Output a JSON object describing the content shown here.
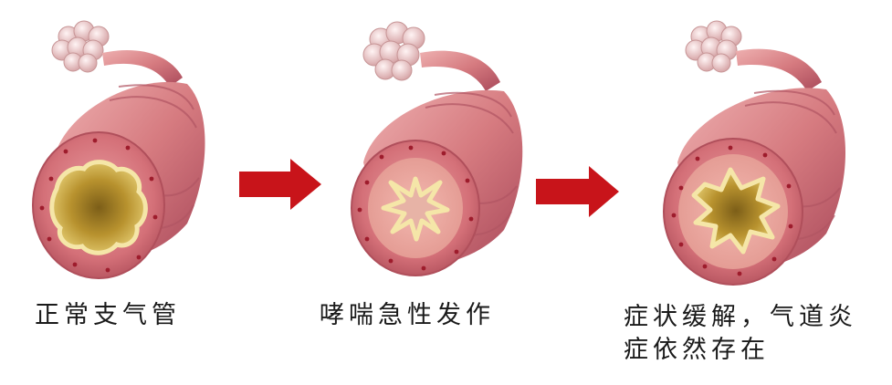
{
  "stages": [
    {
      "id": "normal",
      "caption_lines": [
        "正常支气管"
      ],
      "lumen": "open"
    },
    {
      "id": "attack",
      "caption_lines": [
        "哮喘急性发作"
      ],
      "lumen": "constricted"
    },
    {
      "id": "relief",
      "caption_lines": [
        "症状缓解，气道炎",
        "症依然存在"
      ],
      "lumen": "partially-open"
    }
  ],
  "arrows": [
    {
      "from": "normal",
      "to": "attack",
      "icon": "right-arrow-icon"
    },
    {
      "from": "attack",
      "to": "relief",
      "icon": "right-arrow-icon"
    }
  ],
  "colors": {
    "tissue": "#d9737a",
    "tissue_dark": "#b04f5b",
    "tissue_light": "#eba7a8",
    "lumen_inner": "#c7a23a",
    "lumen_edge": "#f5e6a8",
    "dots": "#9e1c2c",
    "arrow": "#c8141a",
    "alveoli": "#f3d8d8"
  }
}
